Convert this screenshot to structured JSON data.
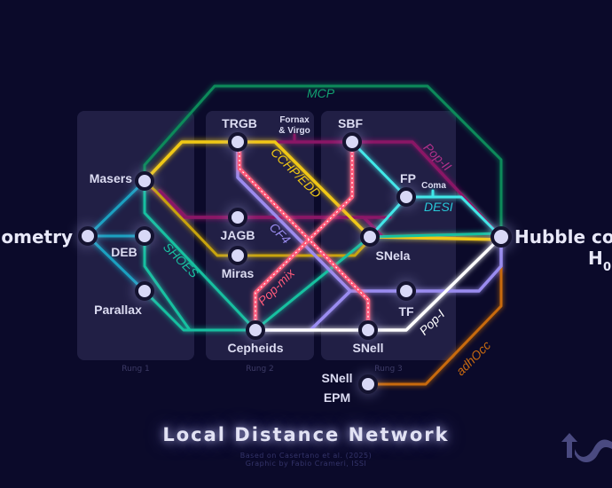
{
  "title": "Local Distance Network",
  "credits": {
    "line1": "Based on Casertano et al. (2025)",
    "line2": "Graphic by Fabio Crameri, ISSI"
  },
  "rungs": [
    {
      "label": "Rung 1"
    },
    {
      "label": "Rung 2"
    },
    {
      "label": "Rung 3"
    }
  ],
  "stations": {
    "geometry": "ometry",
    "masers": "Masers",
    "deb": "DEB",
    "parallax": "Parallax",
    "trgb": "TRGB",
    "jagb": "JAGB",
    "miras": "Miras",
    "cepheids": "Cepheids",
    "sbf": "SBF",
    "fp": "FP",
    "snela": "SNela",
    "tf": "TF",
    "snell": "SNell",
    "snell_epm_1": "SNell",
    "snell_epm_2": "EPM",
    "hubble_1": "Hubble co",
    "hubble_2": "H",
    "hubble_sub": "0",
    "fornax_1": "Fornax",
    "fornax_2": "& Virgo",
    "coma": "Coma"
  },
  "lines": {
    "mcp": {
      "label": "MCP",
      "color": "#0f8a5a"
    },
    "pop2": {
      "label": "Pop-II",
      "color": "#8a1466"
    },
    "cchp": {
      "label": "CCHP/EDD",
      "color": "#f0c814"
    },
    "cf4": {
      "label": "CF4",
      "color": "#9a8cf0"
    },
    "popmix": {
      "label": "Pop-mix",
      "color": "#ff5a7a"
    },
    "shoes": {
      "label": "SHOES",
      "color": "#18c0a0"
    },
    "desi": {
      "label": "DESI",
      "color": "#40e8e8"
    },
    "pop1": {
      "label": "Pop-I",
      "color": "#ffffff"
    },
    "adhocc": {
      "label": "adhOcc",
      "color": "#c86a10"
    },
    "geo": {
      "color": "#1aa0c0"
    }
  }
}
